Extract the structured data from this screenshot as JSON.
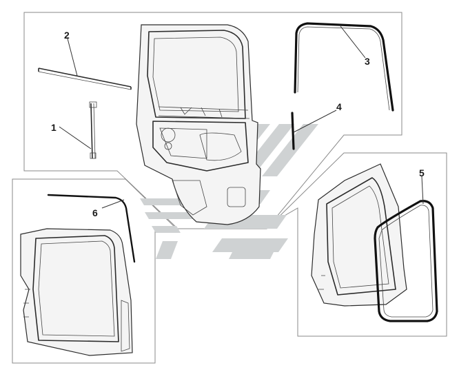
{
  "figure": {
    "callouts": [
      {
        "id": "callout-1",
        "text": "1"
      },
      {
        "id": "callout-2",
        "text": "2"
      },
      {
        "id": "callout-3",
        "text": "3"
      },
      {
        "id": "callout-4",
        "text": "4"
      },
      {
        "id": "callout-5",
        "text": "5"
      },
      {
        "id": "callout-6",
        "text": "6"
      }
    ],
    "watermark": "logo-mark",
    "colors": {
      "line": "#2b2b2b",
      "panel_border": "#8a8a8a",
      "watermark": "#cfd2d3"
    }
  }
}
